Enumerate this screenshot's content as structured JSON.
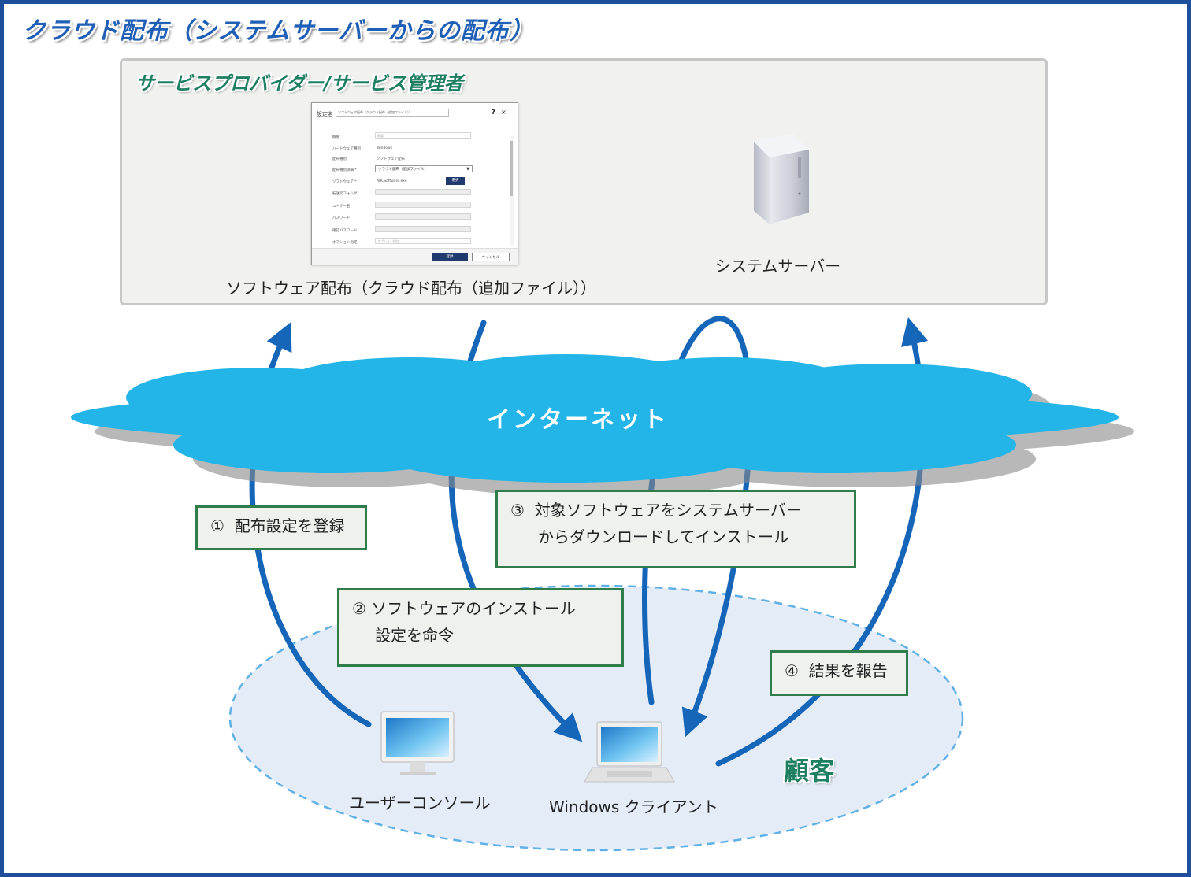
{
  "title": "クラウド配布（システムサーバーからの配布）",
  "provider": {
    "title": "サービスプロバイダー/サービス管理者",
    "dialog": {
      "header_label": "設定名",
      "header_value": "ソフトウェア配布（クラウド配布（追加ファイル））",
      "help_icon": "?",
      "close_icon": "×",
      "rows": [
        {
          "label": "概要",
          "value": "",
          "placeholder": "概要"
        },
        {
          "label": "ハードウェア種別",
          "value": "Windows"
        },
        {
          "label": "配布種別",
          "value": "ソフトウェア配布"
        },
        {
          "label": "配布種別詳細 *",
          "value": "クラウド配布（追加ファイル）"
        },
        {
          "label": "ソフトウェア *",
          "value": "ABCSoftware.exe"
        },
        {
          "label": "転送元フォルダ",
          "value": ""
        },
        {
          "label": "ユーザー名",
          "value": ""
        },
        {
          "label": "パスワード",
          "value": ""
        },
        {
          "label": "確認パスワード",
          "value": ""
        },
        {
          "label": "オプション指定",
          "value": "",
          "placeholder": "オプション指定"
        }
      ],
      "select_button": "選択",
      "register_button": "登録",
      "cancel_button": "キャンセル"
    },
    "dialog_caption": "ソフトウェア配布（クラウド配布（追加ファイル））",
    "server_caption": "システムサーバー"
  },
  "internet_label": "インターネット",
  "steps": [
    {
      "number": "①",
      "text": "配布設定を登録"
    },
    {
      "number": "②",
      "lines": [
        "ソフトウェアのインストール",
        "設定を命令"
      ]
    },
    {
      "number": "③",
      "lines": [
        "対象ソフトウェアをシステムサーバー",
        "からダウンロードしてインストール"
      ]
    },
    {
      "number": "④",
      "text": "結果を報告"
    }
  ],
  "customer": {
    "label": "顧客",
    "console_caption": "ユーザーコンソール",
    "client_caption": "Windows クライアント"
  },
  "colors": {
    "frame": "#1d4f9c",
    "arrow": "#1565b8",
    "cloud": "#23b5e8",
    "step_border": "#2e7d4a",
    "customer_fill": "#e4ecf8"
  }
}
